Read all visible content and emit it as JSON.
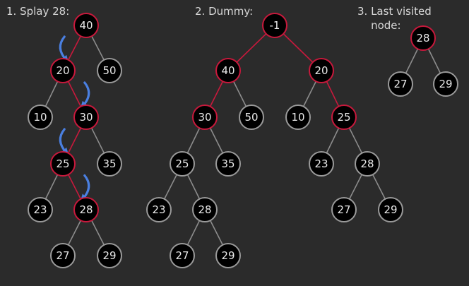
{
  "colors": {
    "background": "#2b2b2b",
    "node_fill": "#000000",
    "node_text": "#e8e8e8",
    "edge_normal": "#8c8c8c",
    "edge_path": "#c8193c",
    "ring_normal": "#9a9a9a",
    "ring_path": "#c8193c",
    "arrow": "#4a7fe0",
    "caption": "#d8d8d8"
  },
  "panels": [
    {
      "caption": "1. Splay 28:",
      "nodes": [
        {
          "id": "a40",
          "label": "40",
          "highlight": true
        },
        {
          "id": "a20",
          "label": "20",
          "highlight": true
        },
        {
          "id": "a50",
          "label": "50",
          "highlight": false
        },
        {
          "id": "a10",
          "label": "10",
          "highlight": false
        },
        {
          "id": "a30",
          "label": "30",
          "highlight": true
        },
        {
          "id": "a25",
          "label": "25",
          "highlight": true
        },
        {
          "id": "a35",
          "label": "35",
          "highlight": false
        },
        {
          "id": "a23",
          "label": "23",
          "highlight": false
        },
        {
          "id": "a28",
          "label": "28",
          "highlight": true
        },
        {
          "id": "a27",
          "label": "27",
          "highlight": false
        },
        {
          "id": "a29",
          "label": "29",
          "highlight": false
        }
      ],
      "edges": [
        {
          "from": "a40",
          "to": "a20",
          "highlight": true
        },
        {
          "from": "a40",
          "to": "a50",
          "highlight": false
        },
        {
          "from": "a20",
          "to": "a10",
          "highlight": false
        },
        {
          "from": "a20",
          "to": "a30",
          "highlight": true
        },
        {
          "from": "a30",
          "to": "a25",
          "highlight": true
        },
        {
          "from": "a30",
          "to": "a35",
          "highlight": false
        },
        {
          "from": "a25",
          "to": "a23",
          "highlight": false
        },
        {
          "from": "a25",
          "to": "a28",
          "highlight": true
        },
        {
          "from": "a28",
          "to": "a27",
          "highlight": false
        },
        {
          "from": "a28",
          "to": "a29",
          "highlight": false
        }
      ],
      "arrows": [
        {
          "side": "left",
          "from": "a40",
          "to": "a20"
        },
        {
          "side": "right",
          "from": "a20",
          "to": "a30"
        },
        {
          "side": "left",
          "from": "a30",
          "to": "a25"
        },
        {
          "side": "right",
          "from": "a25",
          "to": "a28"
        }
      ]
    },
    {
      "caption": "2. Dummy:",
      "nodes": [
        {
          "id": "b-1",
          "label": "-1",
          "highlight": true
        },
        {
          "id": "b40",
          "label": "40",
          "highlight": true
        },
        {
          "id": "b20",
          "label": "20",
          "highlight": true
        },
        {
          "id": "b30",
          "label": "30",
          "highlight": true
        },
        {
          "id": "b50",
          "label": "50",
          "highlight": false
        },
        {
          "id": "b10",
          "label": "10",
          "highlight": false
        },
        {
          "id": "b25b",
          "label": "25",
          "highlight": true
        },
        {
          "id": "b25",
          "label": "25",
          "highlight": false
        },
        {
          "id": "b35",
          "label": "35",
          "highlight": false
        },
        {
          "id": "b23",
          "label": "23",
          "highlight": false
        },
        {
          "id": "b28",
          "label": "28",
          "highlight": false
        },
        {
          "id": "b27",
          "label": "27",
          "highlight": false
        },
        {
          "id": "b29",
          "label": "29",
          "highlight": false
        },
        {
          "id": "c23",
          "label": "23",
          "highlight": false
        },
        {
          "id": "c28",
          "label": "28",
          "highlight": false
        },
        {
          "id": "c27",
          "label": "27",
          "highlight": false
        },
        {
          "id": "c29",
          "label": "29",
          "highlight": false
        }
      ],
      "edges": [
        {
          "from": "b-1",
          "to": "b40",
          "highlight": true
        },
        {
          "from": "b-1",
          "to": "b20",
          "highlight": true
        },
        {
          "from": "b40",
          "to": "b30",
          "highlight": true
        },
        {
          "from": "b40",
          "to": "b50",
          "highlight": false
        },
        {
          "from": "b20",
          "to": "b10",
          "highlight": false
        },
        {
          "from": "b20",
          "to": "b25b",
          "highlight": true
        },
        {
          "from": "b30",
          "to": "b25",
          "highlight": false
        },
        {
          "from": "b30",
          "to": "b35",
          "highlight": false
        },
        {
          "from": "b25",
          "to": "b23",
          "highlight": false
        },
        {
          "from": "b25",
          "to": "b28",
          "highlight": false
        },
        {
          "from": "b28",
          "to": "b27",
          "highlight": false
        },
        {
          "from": "b28",
          "to": "b29",
          "highlight": false
        },
        {
          "from": "b25b",
          "to": "c23",
          "highlight": false
        },
        {
          "from": "b25b",
          "to": "c28",
          "highlight": false
        },
        {
          "from": "c28",
          "to": "c27",
          "highlight": false
        },
        {
          "from": "c28",
          "to": "c29",
          "highlight": false
        }
      ],
      "arrows": []
    },
    {
      "caption": "3. Last visited\n    node:",
      "nodes": [
        {
          "id": "d28",
          "label": "28",
          "highlight": true
        },
        {
          "id": "d27",
          "label": "27",
          "highlight": false
        },
        {
          "id": "d29",
          "label": "29",
          "highlight": false
        }
      ],
      "edges": [
        {
          "from": "d28",
          "to": "d27",
          "highlight": false
        },
        {
          "from": "d28",
          "to": "d29",
          "highlight": false
        }
      ],
      "arrows": []
    }
  ]
}
